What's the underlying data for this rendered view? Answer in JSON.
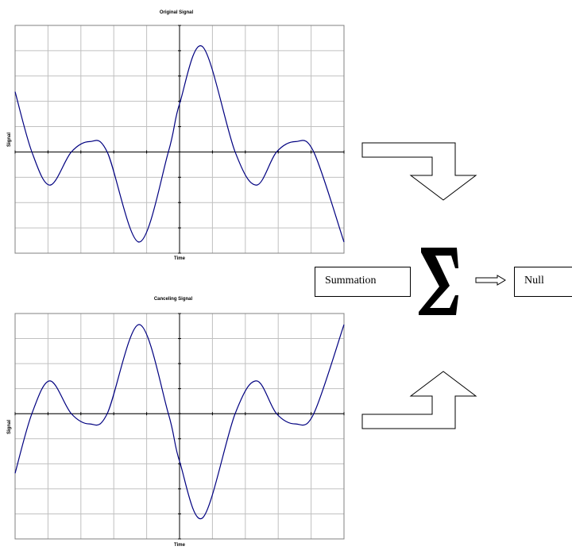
{
  "colors": {
    "line": "#000080",
    "grid": "#c0c0c0",
    "axis": "#000000"
  },
  "chart_data": [
    {
      "type": "line",
      "title": "Original Signal",
      "xlabel": "Time",
      "ylabel": "Signal",
      "xlim": [
        -5,
        5
      ],
      "ylim": [
        -4,
        5
      ],
      "grid": true,
      "series": [
        {
          "name": "Original Signal",
          "x": [
            -5,
            -4.49,
            -3.94,
            -3.29,
            -2.73,
            -2.2,
            -1.23,
            -0.34,
            0,
            0.7,
            1.69,
            2.34,
            2.95,
            3.53,
            4.08,
            5
          ],
          "y": [
            2.38,
            0,
            -1.31,
            0,
            0.41,
            0,
            -3.56,
            0,
            1.9,
            4.16,
            0,
            -1.31,
            0,
            0.41,
            0,
            -3.56
          ]
        }
      ]
    },
    {
      "type": "line",
      "title": "Canceling Signal",
      "xlabel": "Time",
      "ylabel": "Signal",
      "xlim": [
        -5,
        5
      ],
      "ylim": [
        -5,
        4
      ],
      "grid": true,
      "series": [
        {
          "name": "Canceling Signal",
          "x": [
            -5,
            -4.49,
            -3.94,
            -3.29,
            -2.73,
            -2.2,
            -1.23,
            -0.34,
            0,
            0.7,
            1.69,
            2.34,
            2.95,
            3.53,
            4.08,
            5
          ],
          "y": [
            -2.38,
            0,
            1.31,
            0,
            -0.41,
            0,
            3.56,
            0,
            -1.9,
            -4.16,
            0,
            1.31,
            0,
            -0.41,
            0,
            3.56
          ]
        }
      ]
    }
  ],
  "summation_label": "Summation",
  "result_label": "Null",
  "sigma_symbol": "Σ"
}
